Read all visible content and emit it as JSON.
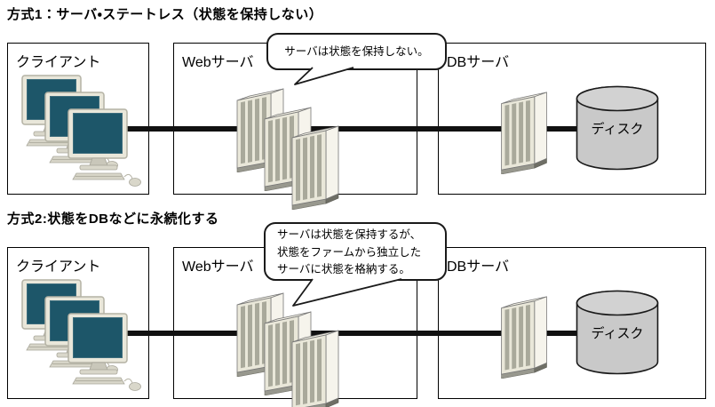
{
  "diagram": {
    "rows": [
      {
        "title": "方式1：サーバ・ステートレス（状態を保持しない）",
        "client_label": "クライアント",
        "web_label": "Webサーバ",
        "db_label": "DBサーバ",
        "disk_label": "ディスク",
        "bubble_lines": [
          "サーバは状態を保持しない。"
        ]
      },
      {
        "title": "方式2:状態をDBなどに永続化する",
        "client_label": "クライアント",
        "web_label": "Webサーバ",
        "db_label": "DBサーバ",
        "disk_label": "ディスク",
        "bubble_lines": [
          "サーバは状態を保持するが、",
          "状態をファームから独立した",
          "サーバに状態を格納する。"
        ]
      }
    ],
    "colors": {
      "background": "#ffffff",
      "box_border": "#000000",
      "connector_line": "#111111",
      "monitor_screen": "#1d5669",
      "equipment_body": "#e9e7d9",
      "disk_fill": "#c9c9c9"
    }
  }
}
